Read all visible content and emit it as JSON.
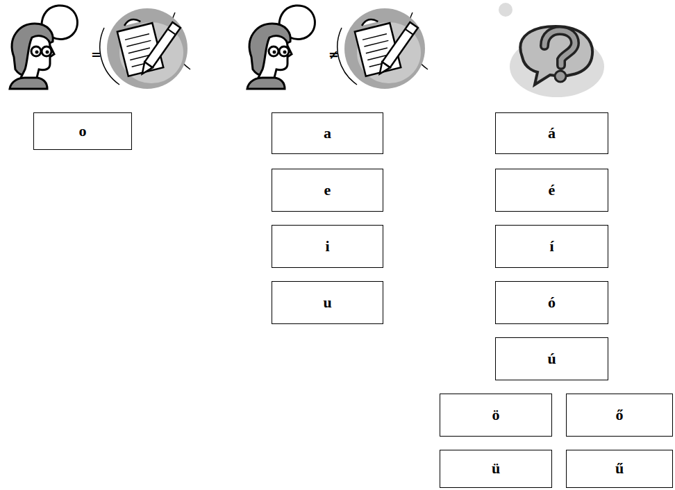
{
  "diagram": {
    "nodes": [
      {
        "text": [
          "o"
        ]
      },
      {
        "text": [
          "a"
        ]
      },
      {
        "text": [
          "e"
        ]
      },
      {
        "text": [
          "i"
        ]
      },
      {
        "text": [
          "u"
        ]
      },
      {
        "text": [
          "á"
        ]
      },
      {
        "text": [
          "é"
        ]
      },
      {
        "text": [
          "í"
        ]
      },
      {
        "text": [
          "ó"
        ]
      },
      {
        "text": [
          "ú"
        ]
      },
      {
        "text": [
          "ö"
        ]
      },
      {
        "text": [
          "ő"
        ]
      },
      {
        "text": [
          "ü"
        ]
      },
      {
        "text": [
          "ű"
        ]
      }
    ],
    "labels": [
      "=",
      "≠"
    ]
  }
}
